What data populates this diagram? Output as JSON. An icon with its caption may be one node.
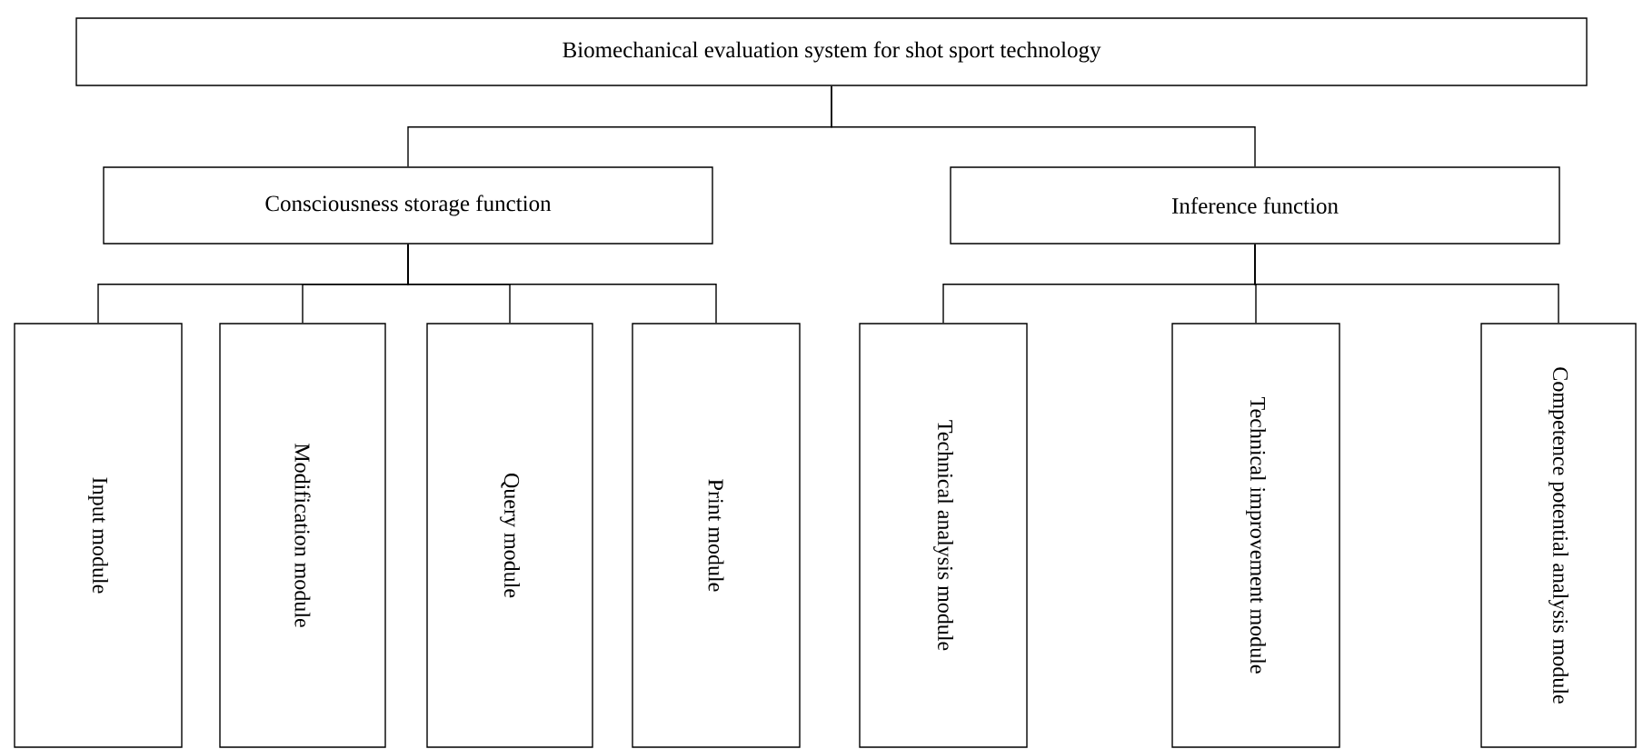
{
  "diagram": {
    "nodes": [
      {
        "text": [
          "Biomechanical evaluation system for shot sport technology"
        ]
      },
      {
        "text": [
          "Consciousness storage function"
        ]
      },
      {
        "text": [
          "Inference function"
        ]
      },
      {
        "text": [
          "Input module"
        ]
      },
      {
        "text": [
          "Modification module"
        ]
      },
      {
        "text": [
          "Query module"
        ]
      },
      {
        "text": [
          "Print module"
        ]
      },
      {
        "text": [
          "Technical analysis module"
        ]
      },
      {
        "text": [
          "Technical improvement module"
        ]
      },
      {
        "text": [
          "Competence potential analysis module"
        ]
      }
    ],
    "edges": [
      {
        "from": 0,
        "to": 1,
        "arrow": "none"
      },
      {
        "from": 0,
        "to": 2,
        "arrow": "none"
      },
      {
        "from": 1,
        "to": 3,
        "arrow": "none"
      },
      {
        "from": 1,
        "to": 4,
        "arrow": "none"
      },
      {
        "from": 1,
        "to": 5,
        "arrow": "none"
      },
      {
        "from": 1,
        "to": 6,
        "arrow": "none"
      },
      {
        "from": 2,
        "to": 7,
        "arrow": "none"
      },
      {
        "from": 2,
        "to": 8,
        "arrow": "none"
      },
      {
        "from": 2,
        "to": 9,
        "arrow": "none"
      }
    ]
  }
}
